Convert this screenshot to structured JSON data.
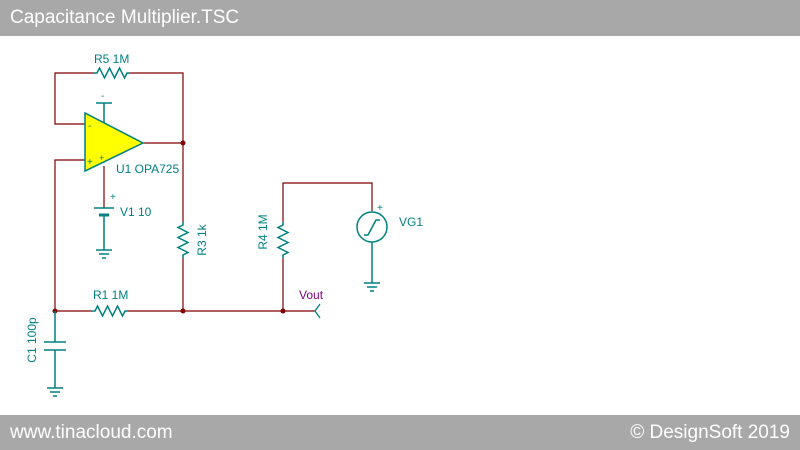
{
  "window": {
    "title": "Capacitance Multiplier.TSC"
  },
  "footer": {
    "left": "www.tinacloud.com",
    "right": "© DesignSoft 2019"
  },
  "components": {
    "r5": "R5 1M",
    "u1": "U1 OPA725",
    "v1": "V1 10",
    "r3": "R3 1k",
    "r4": "R4 1M",
    "vg1": "VG1",
    "r1": "R1 1M",
    "c1": "C1 100p",
    "vout": "Vout",
    "opamp_minus": "-",
    "opamp_plus": "+",
    "supply_minus": "-",
    "supply_plus": "+",
    "battery_plus": "+",
    "source_plus": "+"
  },
  "colors": {
    "wire": "#800000",
    "component": "#008080",
    "label": "#008080",
    "opamp_fill": "#ffff00",
    "node": "#800000",
    "vout_label": "#800080",
    "bar": "#a8a8a8"
  }
}
